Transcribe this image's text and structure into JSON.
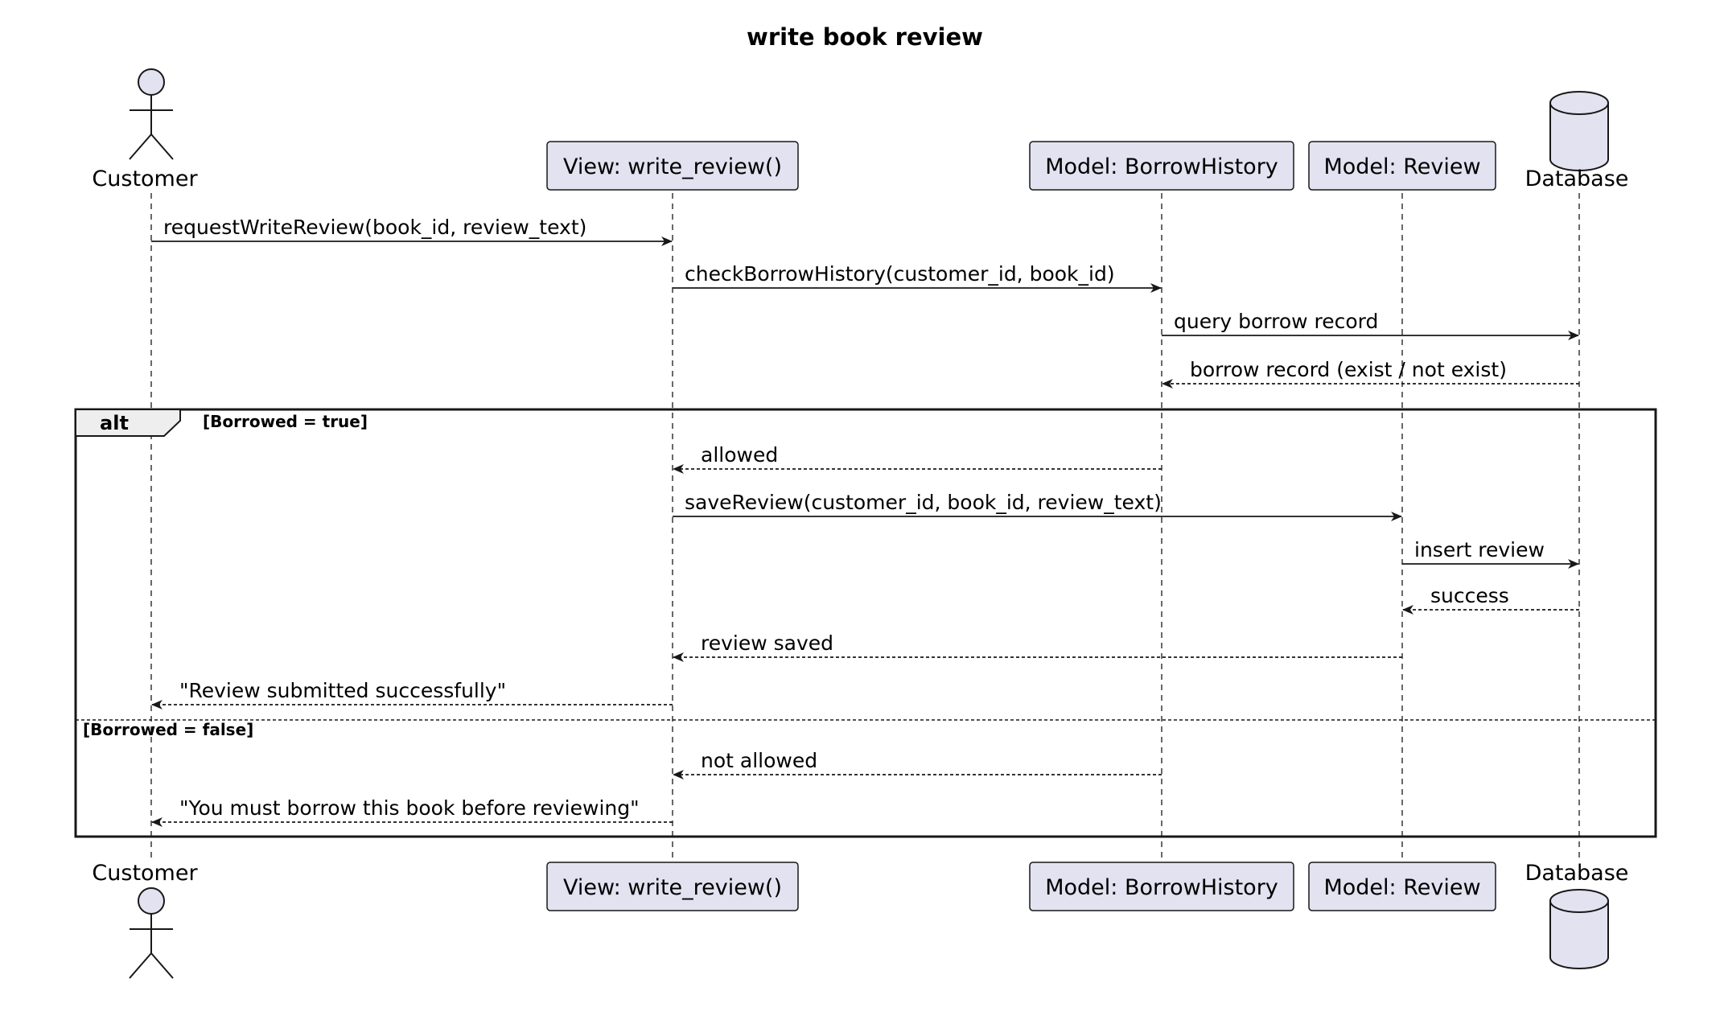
{
  "title": "write book review",
  "participants": [
    {
      "id": "customer",
      "label": "Customer",
      "kind": "actor"
    },
    {
      "id": "view",
      "label": "View: write_review()",
      "kind": "participant"
    },
    {
      "id": "borrow",
      "label": "Model: BorrowHistory",
      "kind": "participant"
    },
    {
      "id": "review",
      "label": "Model: Review",
      "kind": "participant"
    },
    {
      "id": "database",
      "label": "Database",
      "kind": "database"
    }
  ],
  "messages": [
    {
      "from": "customer",
      "to": "view",
      "label": "requestWriteReview(book_id, review_text)",
      "style": "solid"
    },
    {
      "from": "view",
      "to": "borrow",
      "label": "checkBorrowHistory(customer_id, book_id)",
      "style": "solid"
    },
    {
      "from": "borrow",
      "to": "database",
      "label": "query borrow record",
      "style": "solid"
    },
    {
      "from": "database",
      "to": "borrow",
      "label": "borrow record (exist / not exist)",
      "style": "dashed"
    },
    {
      "from": "borrow",
      "to": "view",
      "label": "allowed",
      "style": "dashed"
    },
    {
      "from": "view",
      "to": "review",
      "label": "saveReview(customer_id, book_id, review_text)",
      "style": "solid"
    },
    {
      "from": "review",
      "to": "database",
      "label": "insert review",
      "style": "solid"
    },
    {
      "from": "database",
      "to": "review",
      "label": "success",
      "style": "dashed"
    },
    {
      "from": "review",
      "to": "view",
      "label": "review saved",
      "style": "dashed"
    },
    {
      "from": "view",
      "to": "customer",
      "label": "\"Review submitted successfully\"",
      "style": "dashed"
    },
    {
      "from": "borrow",
      "to": "view",
      "label": "not allowed",
      "style": "dashed"
    },
    {
      "from": "view",
      "to": "customer",
      "label": "\"You must borrow this book before reviewing\"",
      "style": "dashed"
    }
  ],
  "fragment": {
    "operator": "alt",
    "guard_true": "[Borrowed = true]",
    "guard_false": "[Borrowed = false]"
  },
  "colors": {
    "participant_fill": "#e2e2f0",
    "participant_border": "#181818",
    "line": "#181818",
    "lifeline": "#181818"
  }
}
